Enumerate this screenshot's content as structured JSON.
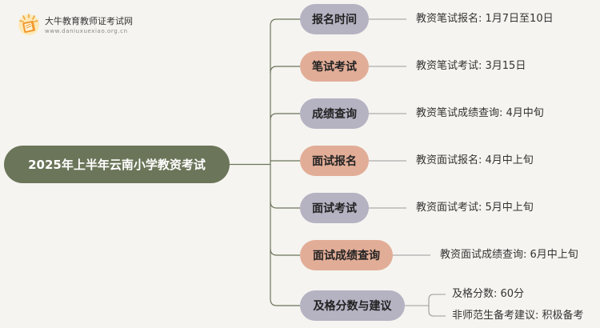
{
  "logo": {
    "name": "大牛教育教师证考试网",
    "url": "www.daniuxuexiao.org.cn",
    "icon": "book-icon"
  },
  "root": {
    "title": "2025年上半年云南小学教资考试"
  },
  "branches": [
    {
      "label": "报名时间",
      "color": "#b5b2c2",
      "details": [
        "教资笔试报名: 1月7日至10日"
      ]
    },
    {
      "label": "笔试考试",
      "color": "#e2ad97",
      "details": [
        "教资笔试考试: 3月15日"
      ]
    },
    {
      "label": "成绩查询",
      "color": "#b5b2c2",
      "details": [
        "教资笔试成绩查询: 4月中旬"
      ]
    },
    {
      "label": "面试报名",
      "color": "#e2ad97",
      "details": [
        "教资面试报名: 4月中上旬"
      ]
    },
    {
      "label": "面试考试",
      "color": "#b5b2c2",
      "details": [
        "教资面试考试: 5月中上旬"
      ]
    },
    {
      "label": "面试成绩查询",
      "color": "#e2ad97",
      "details": [
        "教资面试成绩查询: 6月中上旬"
      ]
    },
    {
      "label": "及格分数与建议",
      "color": "#b5b2c2",
      "details": [
        "及格分数: 60分",
        "非师范生备考建议: 积极备考"
      ]
    }
  ],
  "colors": {
    "root": "#6b7559",
    "connector_root": "#6b7559",
    "connector_leaf": "#9a9a9a"
  }
}
